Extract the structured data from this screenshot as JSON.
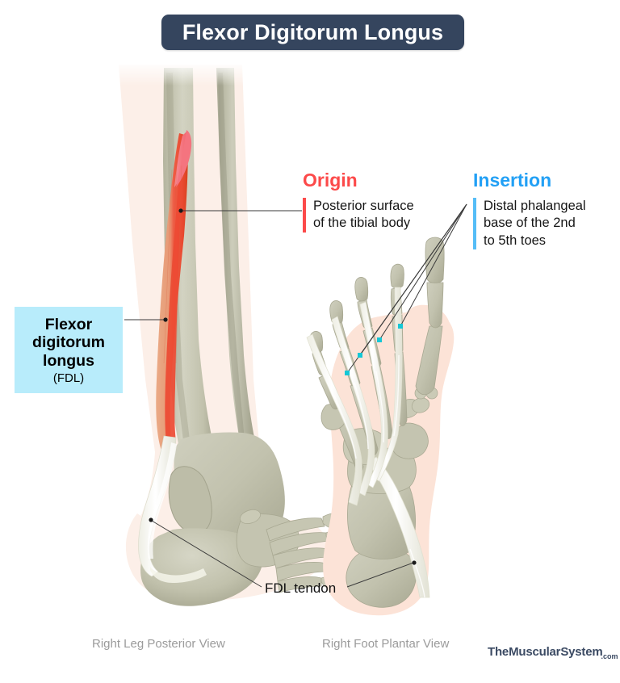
{
  "title": "Flexor Digitorum Longus",
  "callouts": {
    "origin": {
      "heading": "Origin",
      "text": "Posterior surface\nof the tibial body",
      "color": "#fc4a4a"
    },
    "insertion": {
      "heading": "Insertion",
      "text": "Distal phalangeal\nbase of the 2nd\nto 5th toes",
      "color": "#22a0f5",
      "accent_color": "#55bdf7"
    }
  },
  "muscle_label": {
    "name": "Flexor\ndigitorum\nlongus",
    "abbreviation": "(FDL)",
    "box_color": "#b8ecfb"
  },
  "art_labels": {
    "fdl_tendon": "FDL tendon"
  },
  "captions": {
    "left": "Right Leg Posterior View",
    "right": "Right Foot Plantar View"
  },
  "watermark": {
    "main": "TheMuscularSystem",
    "suffix": ".com"
  },
  "palette": {
    "title_bg": "#35455e",
    "skin": "#fcefe8",
    "bone": "#c9c9b6",
    "bone_dark": "#a8a892",
    "muscle_red": "#ef4e3e",
    "muscle_pink": "#f4767f",
    "muscle_tan": "#e8ac8a",
    "tendon": "#fbfbf6",
    "leader": "#3a3a3a",
    "insertion_dot": "#14c7d6"
  }
}
